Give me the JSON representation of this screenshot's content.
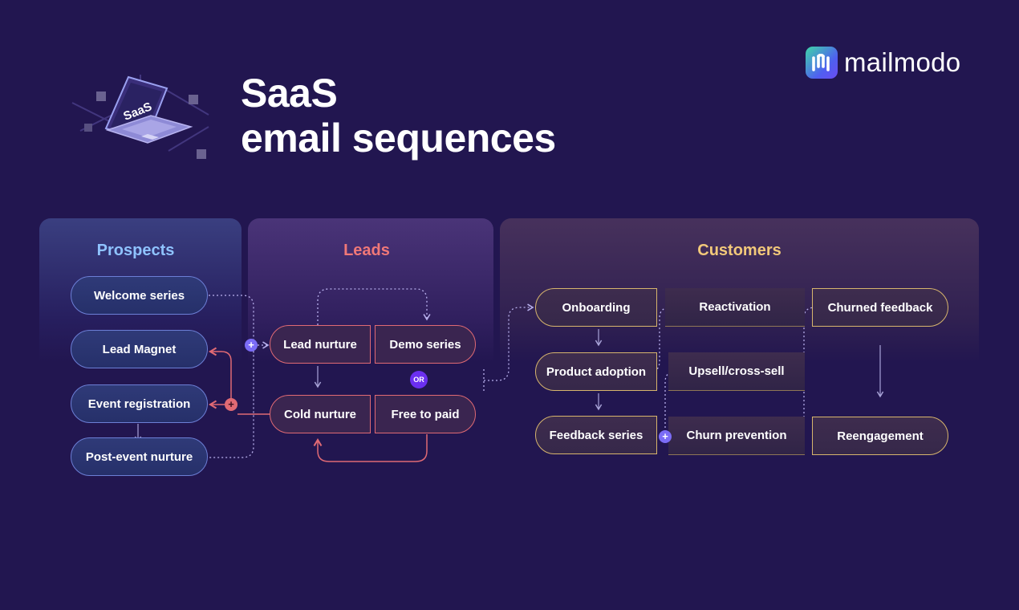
{
  "title": {
    "line1": "SaaS",
    "line2": "email sequences"
  },
  "brand": {
    "name": "mailmodo",
    "colors": {
      "mark_start": "#3fd6a8",
      "mark_end": "#6b4cf2"
    }
  },
  "illustration": {
    "label": "SaaS",
    "icon": "laptop-icon"
  },
  "stages": {
    "prospects": {
      "title": "Prospects",
      "color": "#8fc3ff"
    },
    "leads": {
      "title": "Leads",
      "color": "#f07878"
    },
    "customers": {
      "title": "Customers",
      "color": "#f2c97a"
    }
  },
  "prospects": {
    "welcome_series": "Welcome series",
    "lead_magnet": "Lead Magnet",
    "event_registration": "Event registration",
    "post_event_nurture": "Post-event nurture"
  },
  "leads": {
    "lead_nurture": "Lead nurture",
    "demo_series": "Demo series",
    "or_label": "OR",
    "cold_nurture": "Cold nurture",
    "free_to_paid": "Free to paid"
  },
  "customers": {
    "onboarding": "Onboarding",
    "reactivation": "Reactivation",
    "churned_feedback": "Churned feedback",
    "product_adoption": "Product adoption",
    "upsell_cross_sell": "Upsell/cross-sell",
    "feedback_series": "Feedback series",
    "churn_prevention": "Churn prevention",
    "reengagement": "Reengagement"
  },
  "badges": {
    "plus": "+"
  },
  "colors": {
    "background": "#221650",
    "connector_dotted": "#b9b1ee",
    "connector_red": "#e06a74",
    "connector_arrow": "#a9a4d8"
  }
}
